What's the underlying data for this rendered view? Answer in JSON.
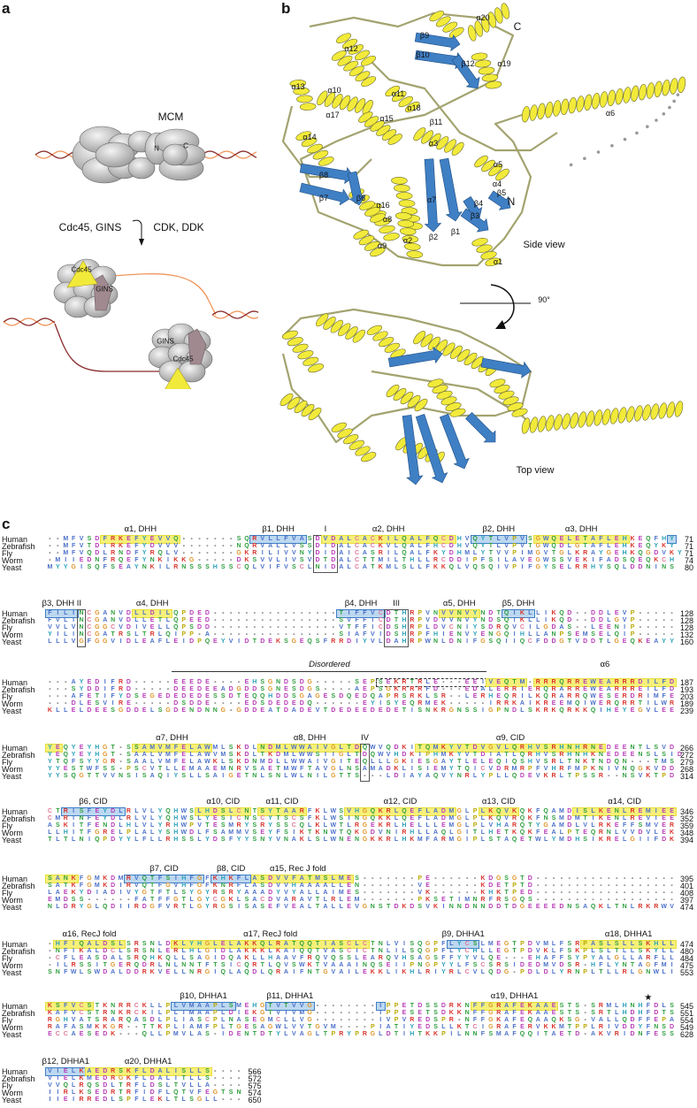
{
  "panels": {
    "a": "a",
    "b": "b",
    "c": "c"
  },
  "panel_a": {
    "mcm": "MCM",
    "n": "N",
    "c": "C",
    "factors_left": "Cdc45, GINS",
    "factors_right": "CDK, DDK",
    "cdc45": "Cdc45",
    "gins": "GINS",
    "colors": {
      "mcm": "#c8c8c8",
      "cdc45": "#f2ea3a",
      "gins": "#a08a90",
      "dna_light": "#f0955a",
      "dna_dark": "#8a2a2a"
    }
  },
  "panel_b": {
    "labels": [
      "α20",
      "C",
      "β9",
      "β10",
      "β12",
      "α19",
      "α12",
      "α13",
      "α10",
      "α11",
      "α18",
      "β11",
      "α17",
      "α15",
      "α14",
      "α6",
      "α3",
      "α5",
      "α4",
      "N",
      "β8",
      "β7",
      "β6",
      "α16",
      "α7",
      "β4",
      "β3",
      "β5",
      "α8",
      "α2",
      "β2",
      "β1",
      "α9",
      "α1"
    ],
    "side_view": "Side view",
    "rotation": "90°",
    "top_view": "Top view",
    "colors": {
      "helix": "#f2ea3a",
      "strand": "#3f7fc4",
      "loop": "#a3a370"
    }
  },
  "panel_c": {
    "species": [
      "Human",
      "Zebrafish",
      "Fly",
      "Worm",
      "Yeast"
    ],
    "disordered_label": "Disordered",
    "star": "★",
    "blocks": [
      {
        "seqs": [
          "--MFVSDFRKEFYEVVQ-------SQRVLLFVASDVDALCACKILQALFQCDHVQYTLVPVSGWQELETAFLEHKEQFHY",
          "--MFVTDIRKEFYDVVV-------NQRVALLVSSDIDALCACKVLQALFHCDHVQYTLVPVTGWQDLGTAFLEHKEQYKY",
          "--MFVQDLRNDFYRQLV-------GKRILIVVNYDIDAICASRILQALFKYDHMLYTVVPIMGVTGLKRAYGEHKQGDVKY",
          "-MIIEDNFRQEFYNKIKKG-----DKSVVLIVSVDTDALCTTMILTHLLRCDDIPFSILAVEGWSSVEKIFADSQEQKCH",
          "MYYGISQFSEAYNKILRNSSSHSSCQLVIFVSCLNIDALCATKMLSLLFKKQLVQSQIVPIFGYSELRRHYSQLDDNINS"
        ],
        "ends": [
          71,
          71,
          71,
          74,
          80
        ],
        "features": [
          {
            "label": "α1, DHH",
            "type": "helix",
            "start": 7,
            "end": 16
          },
          {
            "label": "β1, DHH",
            "type": "strand",
            "start": 26,
            "end": 32
          },
          {
            "label": "I",
            "type": "motif",
            "start": 34,
            "end": 36
          },
          {
            "label": "α2, DHH",
            "type": "helix",
            "start": 35,
            "end": 51
          },
          {
            "label": "β2, DHH",
            "type": "strand",
            "start": 54,
            "end": 60
          },
          {
            "label": "α3, DHH",
            "type": "helix",
            "start": 62,
            "end": 73
          },
          {
            "label": "",
            "type": "strand",
            "start": 79,
            "end": 79
          }
        ]
      },
      {
        "seqs": [
          "FILINCGANVDLLDILQPDED----------------TIFFVCDTHRPVNVVNVYNDTQIKLLIKQD--DDLEVP-----",
          "FVLINCGANVDLLETLQPEED----------------SVFFICDTHRPVDVVNVYNDSQIKLLIKQD--DDLGVP-----",
          "VVLVNCGGCVDIVELLQPSDD----------------VTFFICDSHRPLDVCNIYSDRQVCILGDAS--LEENIP-----",
          "YILINCGATRSLTRLQIPP-A----------------SIAFVIDSHRPFHIENVYENGQIHLLANPSEMSELQIP-----",
          "LLLVGFGGVIDLEAFLEIDPQEYVIDTDEKSGEQSFRRDIYVLDAHRPWNLDNIFGSQIIQCFDDGTVDDTLGEQKEAYY"
        ],
        "ends": [
          128,
          128,
          128,
          132,
          160
        ],
        "features": [
          {
            "label": "β3, DHH II",
            "type": "strand",
            "start": 0,
            "end": 3
          },
          {
            "label": "",
            "type": "motif",
            "start": 4,
            "end": 4
          },
          {
            "label": "α4, DHH",
            "type": "helix",
            "start": 11,
            "end": 15
          },
          {
            "label": "β4, DHH",
            "type": "strand",
            "start": 37,
            "end": 42
          },
          {
            "label": "III",
            "type": "motif",
            "start": 43,
            "end": 45
          },
          {
            "label": "α5, DHH",
            "type": "helix",
            "start": 50,
            "end": 54
          },
          {
            "label": "β5, DHH",
            "type": "strand",
            "start": 58,
            "end": 61
          }
        ]
      },
      {
        "seqs": [
          "---AYEDIFRD-----EEEDE----EHSGNDSDG-----SEPSEKRTRLE---EEIVEQTM-RRRQRREWEARRRDILFD",
          "---SYDDIFRD-----DEEDEEADGDDSGNESDGS----AEPSGKRRRFD---EDALERRIERQRARREWEARRREILFD",
          "---AFETIFYDSEGEDEDEDESSDTEQQHDDSGAGESDQEDQAPRSRKLSR--LERHEQRILKQRARRQWESERDRIMFE",
          "---DLESVIRE-----DSDDE----EDSDEDEDQ------EYISYEQRMEK-----IRRKAIKREEMQIWERQRRTILWR",
          "KLLELDEESGDDELSGDENDNNG-GDDEATDADEVTDEDEEDEDETISNKRGNSSIGPNDLSKRKQRKKQIHEYEGVLEE"
        ],
        "ends": [
          187,
          193,
          203,
          189,
          239
        ],
        "disordered": {
          "start": 16,
          "end": 55
        },
        "features": [
          {
            "label": "",
            "type": "dis",
            "start": 42,
            "end": 55
          },
          {
            "label": "",
            "type": "helix",
            "start": 56,
            "end": 60
          },
          {
            "label": "α6",
            "type": "helix",
            "start": 62,
            "end": 79
          }
        ]
      },
      {
        "seqs": [
          "YEQYEYHGT-SSAMVMFELAWMLSKDLNDMLWWAIVGLTDQWVQDKITQMKYVTDVGVLQRHVSRHNHRNEDEENTLSVD",
          "YEQYEYHGT-SAALVMFELAWVMSKDLTKDMLWWSIIGLTDQWVHDKIPHMKYVTDIATLQRHVSRHNHKNEDEENSLSID",
          "YTQFSYYGR-SAALVMFELAWKLSKDNMDLLWWAIVGITEQLLLGKIESGAYTLELEQIQSHVSRLTNKTNDQN---TMS",
          "YYESTWFSS-PSCVTLLEMAAEMNRVSAETMWFTAVGLNSAMADKLISIEMYTQICVDRMRPFVHRFMPKNIVNQGKVDD",
          "YYSQGTTVVNSISAQIYSLLSAIGETNLSNLWLNILGTTS---LDIAYAQVYNRLYPLLQDEVKRLTPSSR--NSVKTPD"
        ],
        "ends": [
          266,
          272,
          279,
          268,
          314
        ],
        "features": [
          {
            "label": "",
            "type": "helix",
            "start": 0,
            "end": 1
          },
          {
            "label": "α7, DHH",
            "type": "helix",
            "start": 11,
            "end": 20
          },
          {
            "label": "α8, DHH",
            "type": "helix",
            "start": 27,
            "end": 39
          },
          {
            "label": "IV",
            "type": "motif",
            "start": 40,
            "end": 40
          },
          {
            "label": "α9, CID",
            "type": "helix",
            "start": 47,
            "end": 70
          }
        ]
      },
      {
        "seqs": [
          "CTRISFEYDLRLVLYQHWSLHDSLCNTSYTAARFKLWSVHGQKRLQEFLADMGLPLKQVKQKFQAMDISLKENLREMIEE",
          "CMRINFEYDLRLVLYQHWSLYESICNSCYTSCSFKLWSINGQKKLQEFLADMGLPLKQVRQKFNSMDMTIKENLREVIEE",
          "ASKITFENDLHLVLYRHWPVTESMRYSRYSSCQLKLWTLRGEKRLHELLLEMGLPLVHARQTYGAMDLVLRKEFFSMVER",
          "LLHITFGRELPLALYSHWDLFSAMMVSEYFSIKTKNWTQKGDVNIRHLLAQLGITLHETKQKFEALPTEQRNLVVDVLEK",
          "TLTLNIQPDYYLFLLRHSSLYDSFYYSNYVNAKLSLWNENGKKRLHKMFARMGIPLSTAQETWLYMDHSIKRELGIIFDK"
        ],
        "ends": [
          346,
          352,
          359,
          348,
          394
        ],
        "features": [
          {
            "label": "β6, CID",
            "type": "strand",
            "start": 2,
            "end": 9
          },
          {
            "label": "α10, CID",
            "type": "helix",
            "start": 19,
            "end": 25
          },
          {
            "label": "α11, CID",
            "type": "helix",
            "start": 27,
            "end": 32
          },
          {
            "label": "α12, CID",
            "type": "helix",
            "start": 38,
            "end": 51
          },
          {
            "label": "α13, CID",
            "type": "helix",
            "start": 55,
            "end": 59
          },
          {
            "label": "α14, CID",
            "type": "helix",
            "start": 67,
            "end": 79
          }
        ]
      },
      {
        "seqs": [
          "SANKFGMKDMRVQTFSIHFGFKHKFLASDVVFATMSLMES-------PE------KDGSGTD------------------",
          "SATKFGMKDIRVQTFGVHFGFKNRFLASDVVHAAAALLEN-------VE------KDETPTD------------------",
          "LAEKYDIADIVYGTFTLSYGYRSRYAAADYVYALLAIMES-------VK------KHKTPED------------------",
          "EMDSS------FATFFGTLGYCGKLSACDVARAVTLRLEM-------PKSETIMNRFRSGQS------------------",
          "NLDRYGLQDIIRDGFVRTLGYRGSISASEFVEALTALLEVGNSTDKDSVKINNDNNDDTDGEEEEDNSAQKLTNLRKRWV"
        ],
        "ends": [
          395,
          401,
          408,
          397,
          474
        ],
        "features": [
          {
            "label": "",
            "type": "helix",
            "start": 0,
            "end": 3
          },
          {
            "label": "β7, CID",
            "type": "strand",
            "start": 10,
            "end": 19
          },
          {
            "label": "α15, Rec J fold",
            "type": "helix",
            "start": 25,
            "end": 38
          },
          {
            "label": "β8, CID",
            "type": "strand",
            "start": 21,
            "end": 25
          }
        ]
      },
      {
        "seqs": [
          "-HFIQALDSLSRSNLDKLYHGLELAKKQLRATQQTIASCLCTNLVISQGPFLYCSLMEGTPDVMLFSRPASLSLLSKHLL",
          "-NFIKALDCLSRSNLERLHLGIDLAKKKLKAIQQTVASCICTNLILSQGPFLYCHLLEGTPDVKLFSKPLSLTLLSKYLL",
          "-CFLEASDALSRQHKQLLSAGIDQAKLLHAAVFRQVQSSLEARQVHSAGSFFYYVLQE---EHAFFSYPYALGLLARFLL",
          "-ILRSSITGERQDRLNLNNTFTSICQRTLQVSWKTVAAAINQSEIIPNGPYYLFSCSRSIDEDMVDSR-HFLYNTAGFMI",
          "SNFWLSWDALDDRKVELLNRGIQLAQDLQRAIFNTGVAILEKKLIKHLRIYRLCVLQDG-PDLDLYRNPLTLLRLGNWLI"
        ],
        "ends": [
          474,
          480,
          484,
          475,
          553
        ],
        "features": [
          {
            "label": "α16, RecJ fold",
            "type": "helix",
            "start": 1,
            "end": 9
          },
          {
            "label": "α17, RecJ fold",
            "type": "helix",
            "start": 16,
            "end": 40
          },
          {
            "label": "β9, DHHA1",
            "type": "strand",
            "start": 51,
            "end": 54
          },
          {
            "label": "α18, DHHA1",
            "type": "helix",
            "start": 68,
            "end": 79
          }
        ]
      },
      {
        "seqs": [
          "KSFVCSTKNRRCKLLPLVMAAPLSMEHGTVTVVG--------IPPETDSSDRKNFFGRAFEKAAESTS-SRMLHNHFDLS",
          "KAFVCSTRNKRCKILPLIMAAPLDIEKGTVIVMG--------IPPESETSDKKNFFGRAFEKAAESTS-SRTLHDHFDTS",
          "RGHVATSRARQASDLPLIASCPLNASEGMCLLVG--------IVPVREDSPR-NFFGKAFEQAAQKSG-VALLQDFFEPA",
          "RAFASMKKGR--TTKPLIAMFPLTGESAGWLVVTGVM----PIATIYEDSLLKTCIGRAFERVKKMTPPLRIVDDYFNSD",
          "ECCAESEDK---QLLPMVLAS-IDENTDTYLVAGLTPRYPRGLDTIHTKKPILNNFSMAFQQITAETD-AKVRIDNFESS"
        ],
        "ends": [
          545,
          551,
          554,
          549,
          628
        ],
        "star_col": 76,
        "features": [
          {
            "label": "",
            "type": "helix",
            "start": 0,
            "end": 5
          },
          {
            "label": "β10, DHHA1",
            "type": "strand",
            "start": 16,
            "end": 23
          },
          {
            "label": "β11, DHHA1",
            "type": "strand",
            "start": 28,
            "end": 33
          },
          {
            "label": "",
            "type": "strand",
            "start": 42,
            "end": 42
          },
          {
            "label": "α19, DHHA1",
            "type": "helix",
            "start": 54,
            "end": 64
          }
        ]
      },
      {
        "seqs": [
          "VIELKAEDRSKFLDALISLLS----",
          "VIELKMEDRGKFLDALITLLS----",
          "VVQLRQSDLTRFLDSLTVLLA----",
          "IIRLKSEDRTRFIDFLQTVFEGTSN",
          "IIEIRREDLSPFLEKLTLSGLL---"
        ],
        "ends": [
          566,
          572,
          575,
          574,
          650
        ],
        "features": [
          {
            "label": "β12, DHHA1",
            "type": "strand",
            "start": 0,
            "end": 4
          },
          {
            "label": "α20, DHHA1",
            "type": "helix",
            "start": 5,
            "end": 20
          }
        ]
      }
    ],
    "residue_colors": {
      "hydrophobic": "#4a6fc8",
      "basic": "#d8312a",
      "acidic": "#b83cb8",
      "glycine": "#e0962a",
      "proline": "#b8a800",
      "polar": "#2e9e3e",
      "cysteine": "#e07a9a",
      "aromatic": "#2aa0b8",
      "other": "#111111"
    }
  }
}
